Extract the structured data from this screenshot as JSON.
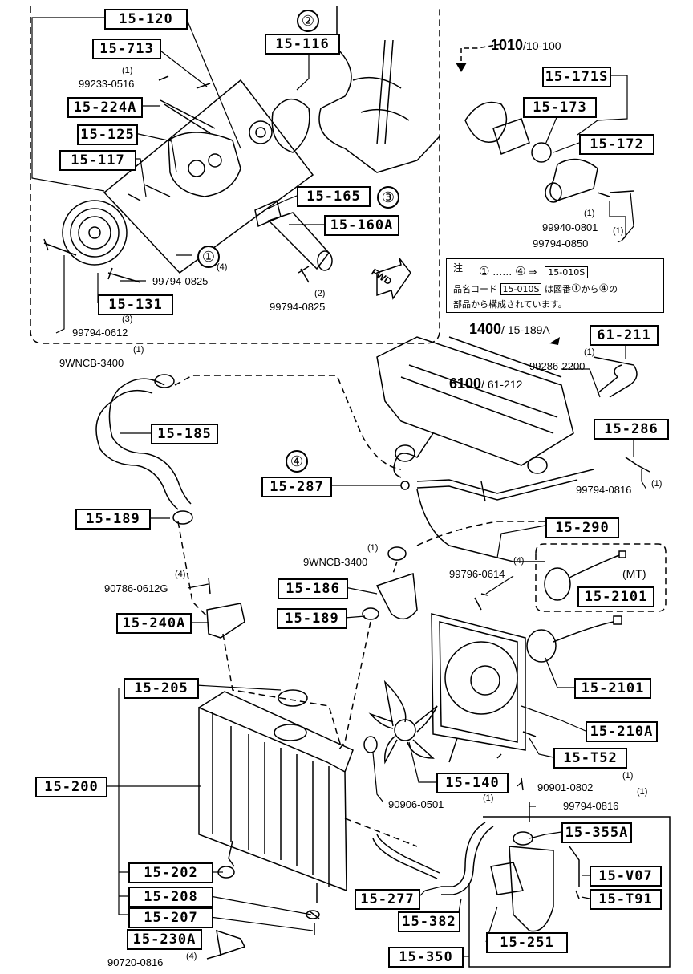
{
  "diagram": {
    "boxes": [
      {
        "name": "part-box-15-120",
        "text": "15-120"
      },
      {
        "name": "part-box-15-713",
        "text": "15-713"
      },
      {
        "name": "part-box-15-224a",
        "text": "15-224A"
      },
      {
        "name": "part-box-15-125",
        "text": "15-125"
      },
      {
        "name": "part-box-15-117",
        "text": "15-117"
      },
      {
        "name": "part-box-15-116",
        "text": "15-116"
      },
      {
        "name": "part-box-15-165",
        "text": "15-165"
      },
      {
        "name": "part-box-15-160a",
        "text": "15-160A"
      },
      {
        "name": "part-box-15-131",
        "text": "15-131"
      },
      {
        "name": "part-box-15-171s",
        "text": "15-171S"
      },
      {
        "name": "part-box-15-173",
        "text": "15-173"
      },
      {
        "name": "part-box-15-172",
        "text": "15-172"
      },
      {
        "name": "part-box-61-211",
        "text": "61-211"
      },
      {
        "name": "part-box-15-185",
        "text": "15-185"
      },
      {
        "name": "part-box-15-286",
        "text": "15-286"
      },
      {
        "name": "part-box-15-287",
        "text": "15-287"
      },
      {
        "name": "part-box-15-189-top",
        "text": "15-189"
      },
      {
        "name": "part-box-15-290",
        "text": "15-290"
      },
      {
        "name": "part-box-15-186",
        "text": "15-186"
      },
      {
        "name": "part-box-15-2101-mt",
        "text": "15-2101"
      },
      {
        "name": "part-box-15-240a",
        "text": "15-240A"
      },
      {
        "name": "part-box-15-189-lower",
        "text": "15-189"
      },
      {
        "name": "part-box-15-205",
        "text": "15-205"
      },
      {
        "name": "part-box-15-2101",
        "text": "15-2101"
      },
      {
        "name": "part-box-15-210a",
        "text": "15-210A"
      },
      {
        "name": "part-box-15-t52",
        "text": "15-T52"
      },
      {
        "name": "part-box-15-200",
        "text": "15-200"
      },
      {
        "name": "part-box-15-140",
        "text": "15-140"
      },
      {
        "name": "part-box-15-355a",
        "text": "15-355A"
      },
      {
        "name": "part-box-15-v07",
        "text": "15-V07"
      },
      {
        "name": "part-box-15-202",
        "text": "15-202"
      },
      {
        "name": "part-box-15-t91",
        "text": "15-T91"
      },
      {
        "name": "part-box-15-208",
        "text": "15-208"
      },
      {
        "name": "part-box-15-277",
        "text": "15-277"
      },
      {
        "name": "part-box-15-382",
        "text": "15-382"
      },
      {
        "name": "part-box-15-207",
        "text": "15-207"
      },
      {
        "name": "part-box-15-230a",
        "text": "15-230A"
      },
      {
        "name": "part-box-15-251",
        "text": "15-251"
      },
      {
        "name": "part-box-15-350",
        "text": "15-350"
      }
    ],
    "part_numbers": [
      {
        "name": "part-number-99233-0516",
        "text": "99233-0516",
        "qty": "(1)"
      },
      {
        "name": "part-number-99794-0825-a",
        "text": "99794-0825",
        "qty": "(4)"
      },
      {
        "name": "part-number-99794-0825-b",
        "text": "99794-0825",
        "qty": "(2)"
      },
      {
        "name": "part-number-99794-0612",
        "text": "99794-0612",
        "qty": "(3)"
      },
      {
        "name": "part-number-99940-0801",
        "text": "99940-0801",
        "qty": "(1)"
      },
      {
        "name": "part-number-99794-0850",
        "text": "99794-0850",
        "qty": "(1)"
      },
      {
        "name": "part-number-9wncb-3400-a",
        "text": "9WNCB-3400",
        "qty": "(1)"
      },
      {
        "name": "part-number-99286-2200",
        "text": "99286-2200",
        "qty": "(1)"
      },
      {
        "name": "part-number-99794-0816-a",
        "text": "99794-0816",
        "qty": "(1)"
      },
      {
        "name": "part-number-9wncb-3400-b",
        "text": "9WNCB-3400",
        "qty": "(1)"
      },
      {
        "name": "part-number-99796-0614",
        "text": "99796-0614",
        "qty": "(4)"
      },
      {
        "name": "part-number-90786-0612g",
        "text": "90786-0612G",
        "qty": "(4)"
      },
      {
        "name": "part-number-90901-0802",
        "text": "90901-0802",
        "qty": "(1)"
      },
      {
        "name": "part-number-90906-0501",
        "text": "90906-0501",
        "qty": "(1)"
      },
      {
        "name": "part-number-99794-0816-b",
        "text": "99794-0816",
        "qty": "(1)"
      },
      {
        "name": "part-number-90720-0816",
        "text": "90720-0816",
        "qty": "(4)"
      }
    ],
    "circled_numbers": [
      "①",
      "②",
      "③",
      "④",
      "④"
    ],
    "refs": [
      {
        "name": "ref-1010",
        "main": "1010",
        "sub": "/10-100"
      },
      {
        "name": "ref-1400",
        "main": "1400",
        "sub": "/ 15-189A"
      },
      {
        "name": "ref-6100",
        "main": "6100",
        "sub": "/ 61-212"
      }
    ],
    "note": {
      "title": "注",
      "line1_left": "①",
      "line1_dots": "……",
      "line1_right": "④",
      "line1_arrow": "⇒",
      "line1_box": "15-010S",
      "line2": "品名コード",
      "line2_box": "15-010S",
      "line2_rest": "は図番",
      "line2_c1": "①",
      "line2_kara": "から",
      "line2_c4": "④",
      "line2_no": "の",
      "line3": "部品から構成されています。"
    },
    "fwd_label": "FWD",
    "mt_label": "(MT)"
  }
}
